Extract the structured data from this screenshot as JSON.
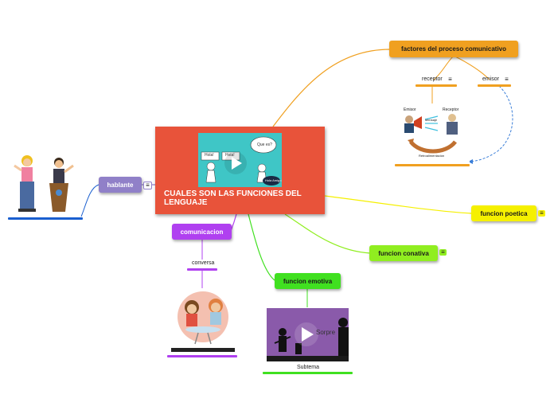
{
  "central": {
    "title": "CUALES SON LAS FUNCIONES DEL LENGUAJE"
  },
  "central_video": {
    "bubble_left": "Hola!",
    "bubble_right": "Hola!",
    "thought": "Que es?",
    "badge": "Hola Amigo"
  },
  "topics": {
    "factores": "factores del proceso comunicativo",
    "poetica": "funcion poetica",
    "conativa": "funcion conativa",
    "emotiva": "funcion emotiva",
    "comunicacion": "comunicacion",
    "hablante": "hablante"
  },
  "subtopics": {
    "receptor": "receptor",
    "emisor": "emisor",
    "conversa": "conversa",
    "subtema": "Subtema"
  },
  "diagram_labels": {
    "emisor": "Emisor",
    "receptor": "Receptor",
    "mensaje": "Mensaje",
    "retro": "Retroalimentación"
  },
  "video_emotiva": {
    "word": "Sorpre"
  },
  "colors": {
    "central": "#e8533a",
    "factores": "#f0a020",
    "poetica": "#f5f000",
    "conativa": "#90ee20",
    "emotiva": "#40e020",
    "comunicacion": "#b040f0",
    "hablante": "#9080c8",
    "hablante_line": "#1a5fd0"
  }
}
